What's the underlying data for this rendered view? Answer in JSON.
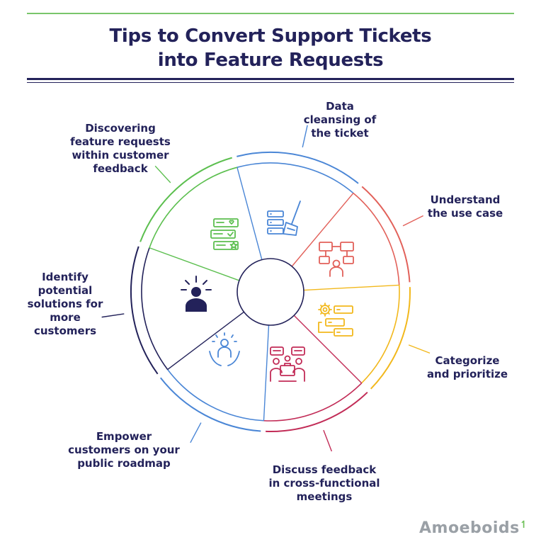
{
  "title": {
    "line1": "Tips to Convert Support Tickets",
    "line2": "into Feature Requests"
  },
  "steps": [
    {
      "label": "Data\ncleansing of\nthe ticket",
      "icon": "broom-server-icon",
      "color": "#4a86d6"
    },
    {
      "label": "Understand\nthe use case",
      "icon": "flowchart-person-icon",
      "color": "#e2615a"
    },
    {
      "label": "Categorize\nand prioritize",
      "icon": "gear-list-icon",
      "color": "#f2b81c"
    },
    {
      "label": "Discuss feedback\nin cross-functional\nmeetings",
      "icon": "meeting-table-icon",
      "color": "#c22c57"
    },
    {
      "label": "Empower\ncustomers on your\npublic roadmap",
      "icon": "empowered-person-icon",
      "color": "#4a86d6"
    },
    {
      "label": "Identify\npotential\nsolutions for\nmore\ncustomers",
      "icon": "focused-person-icon",
      "color": "#23225a"
    },
    {
      "label": "Discovering\nfeature requests\nwithin customer\nfeedback",
      "icon": "feedback-messages-icon",
      "color": "#5cbf4f"
    }
  ],
  "brand": {
    "name": "Amoeboids",
    "mark": "↿",
    "color": "#9aa0a6",
    "mark_color": "#6fc159"
  },
  "colors": {
    "title": "#23225a",
    "top_line": "#79c66b"
  }
}
